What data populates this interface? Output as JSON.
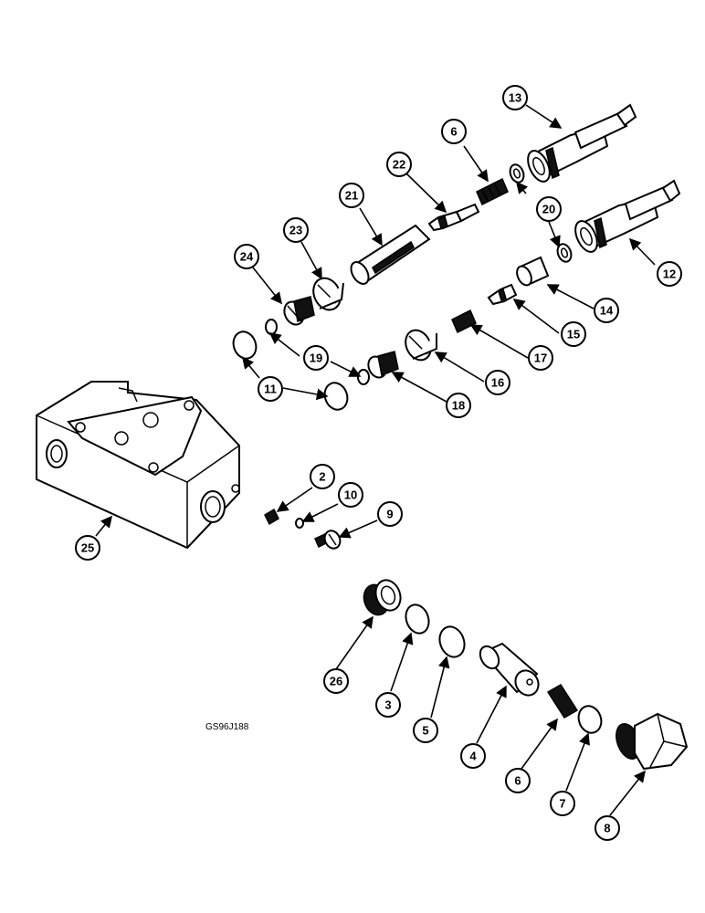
{
  "drawing_code": "GS96J188",
  "callouts": {
    "c13": "13",
    "c6a": "6",
    "c22": "22",
    "c21": "21",
    "c20": "20",
    "c23": "23",
    "c24": "24",
    "c12": "12",
    "c14": "14",
    "c15": "15",
    "c19": "19",
    "c17": "17",
    "c16": "16",
    "c11": "11",
    "c18": "18",
    "c2": "2",
    "c10": "10",
    "c9": "9",
    "c25": "25",
    "c26": "26",
    "c3": "3",
    "c5": "5",
    "c4": "4",
    "c6b": "6",
    "c7": "7",
    "c8": "8"
  }
}
